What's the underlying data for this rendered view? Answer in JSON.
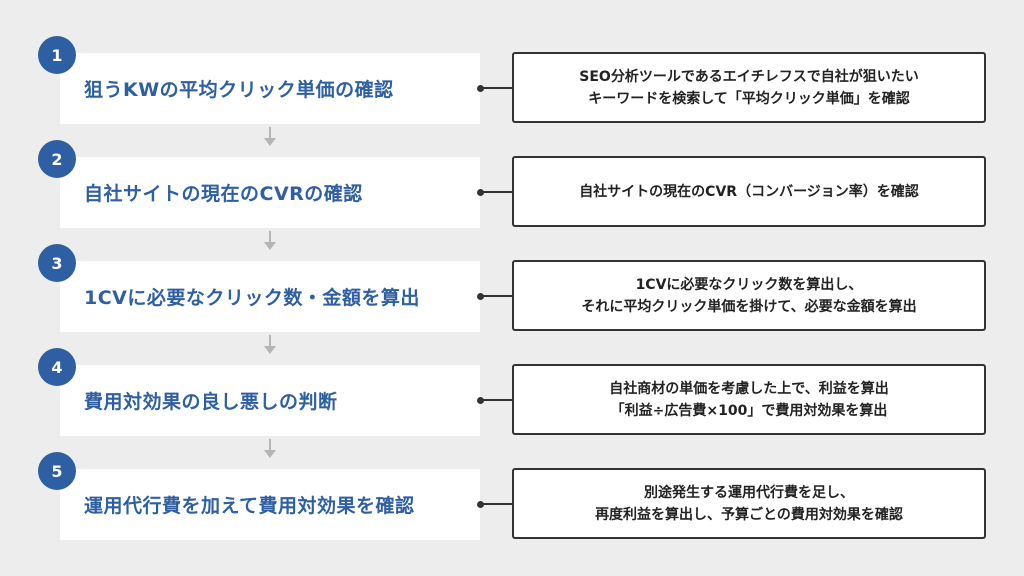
{
  "steps": [
    {
      "number": "1",
      "title": "狙うKWの平均クリック単価の確認",
      "description": [
        "SEO分析ツールであるエイチレフスで自社が狙いたい",
        "キーワードを検索して「平均クリック単価」を確認"
      ]
    },
    {
      "number": "2",
      "title": "自社サイトの現在のCVRの確認",
      "description": [
        "自社サイトの現在のCVR（コンバージョン率）を確認"
      ]
    },
    {
      "number": "3",
      "title": "1CVに必要なクリック数・金額を算出",
      "description": [
        "1CVに必要なクリック数を算出し、",
        "それに平均クリック単価を掛けて、必要な金額を算出"
      ]
    },
    {
      "number": "4",
      "title": "費用対効果の良し悪しの判断",
      "description": [
        "自社商材の単価を考慮した上で、利益を算出",
        "「利益÷広告費×100」で費用対効果を算出"
      ]
    },
    {
      "number": "5",
      "title": "運用代行費を加えて費用対効果を確認",
      "description": [
        "別途発生する運用代行費を足し、",
        "再度利益を算出し、予算ごとの費用対効果を確認"
      ]
    }
  ],
  "colors": {
    "accent": "#2e5fa3",
    "background": "#ededed",
    "box": "#ffffff",
    "line": "#333333",
    "arrow": "#b5b5b5"
  }
}
